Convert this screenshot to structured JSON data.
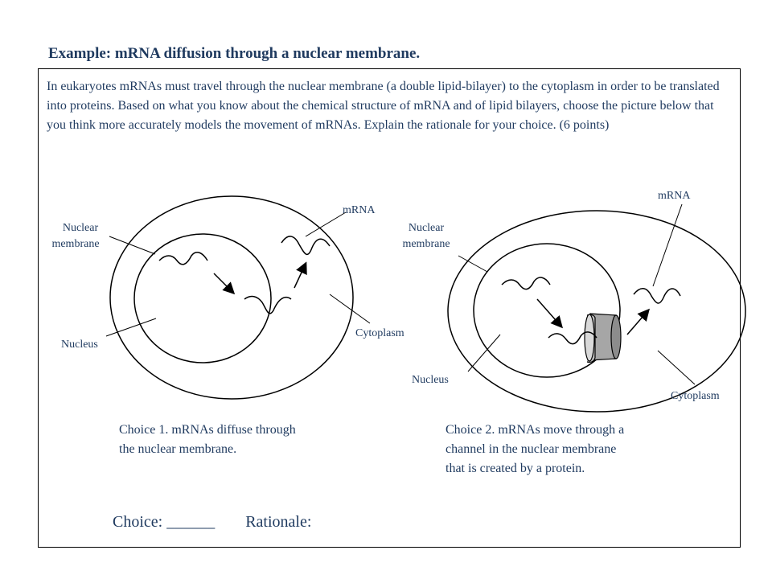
{
  "title": "Example: mRNA diffusion through a nuclear membrane.",
  "prompt": "In eukaryotes mRNAs must travel through the nuclear membrane (a double lipid-bilayer) to the cytoplasm in order to be translated into proteins. Based on what you know about the chemical structure of mRNA and of lipid bilayers, choose the picture below that you think more accurately models the movement of mRNAs. Explain the rationale for your choice. (6 points)",
  "diagram1": {
    "nuclear_membrane_line1": "Nuclear",
    "nuclear_membrane_line2": "membrane",
    "mrna": "mRNA",
    "nucleus": "Nucleus",
    "cytoplasm": "Cytoplasm",
    "caption_line1": "Choice 1. mRNAs diffuse through",
    "caption_line2": "the nuclear membrane."
  },
  "diagram2": {
    "nuclear_membrane_line1": "Nuclear",
    "nuclear_membrane_line2": "membrane",
    "mrna": "mRNA",
    "nucleus": "Nucleus",
    "cytoplasm": "Cytoplasm",
    "caption_line1": "Choice 2. mRNAs move through a",
    "caption_line2": "channel in the nuclear membrane",
    "caption_line3": "that is created by a protein."
  },
  "answer": {
    "choice_label": "Choice: ______",
    "rationale_label": "Rationale:"
  }
}
